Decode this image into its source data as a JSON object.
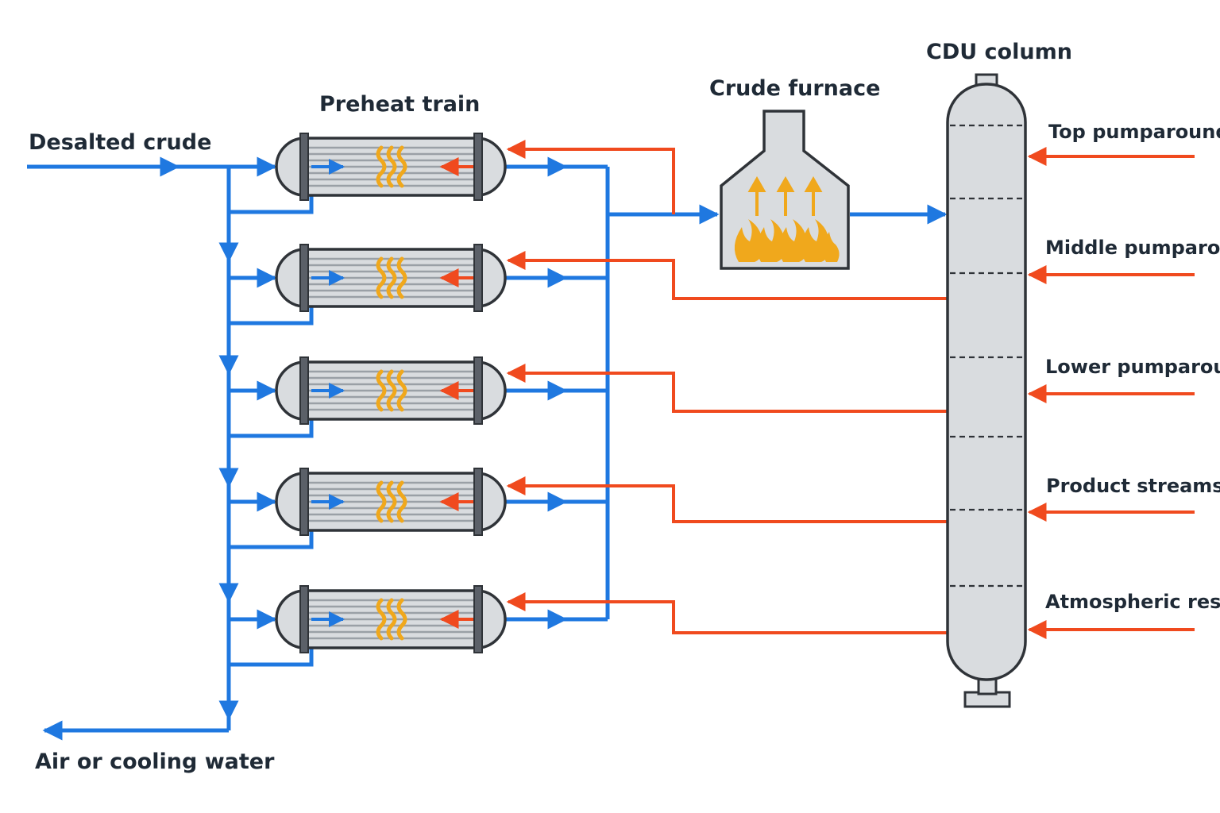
{
  "labels": {
    "desalted_crude": "Desalted crude",
    "preheat_train": "Preheat train",
    "crude_furnace": "Crude furnace",
    "cdu_column": "CDU column",
    "air_cooling": "Air or cooling water",
    "top_pumparound": "Top pumparound",
    "middle_pumparound": "Middle pumparound",
    "lower_pumparound": "Lower pumparound",
    "product_streams": "Product streams",
    "atmospheric_residue": "Atmospheric residue"
  },
  "exchangers": [
    {
      "id": "E1"
    },
    {
      "id": "E2"
    },
    {
      "id": "E3"
    },
    {
      "id": "E4"
    },
    {
      "id": "E5"
    }
  ],
  "colors": {
    "cold_stream": "#1f78e0",
    "hot_stream": "#f04a1e",
    "equipment_fill": "#d9dcdf",
    "equipment_outline": "#2f3338",
    "flame": "#f0a81c",
    "label": "#1f2a36"
  },
  "icons": {
    "furnace": "flame-icon",
    "exchanger_heat": "heat-wave-icon"
  }
}
